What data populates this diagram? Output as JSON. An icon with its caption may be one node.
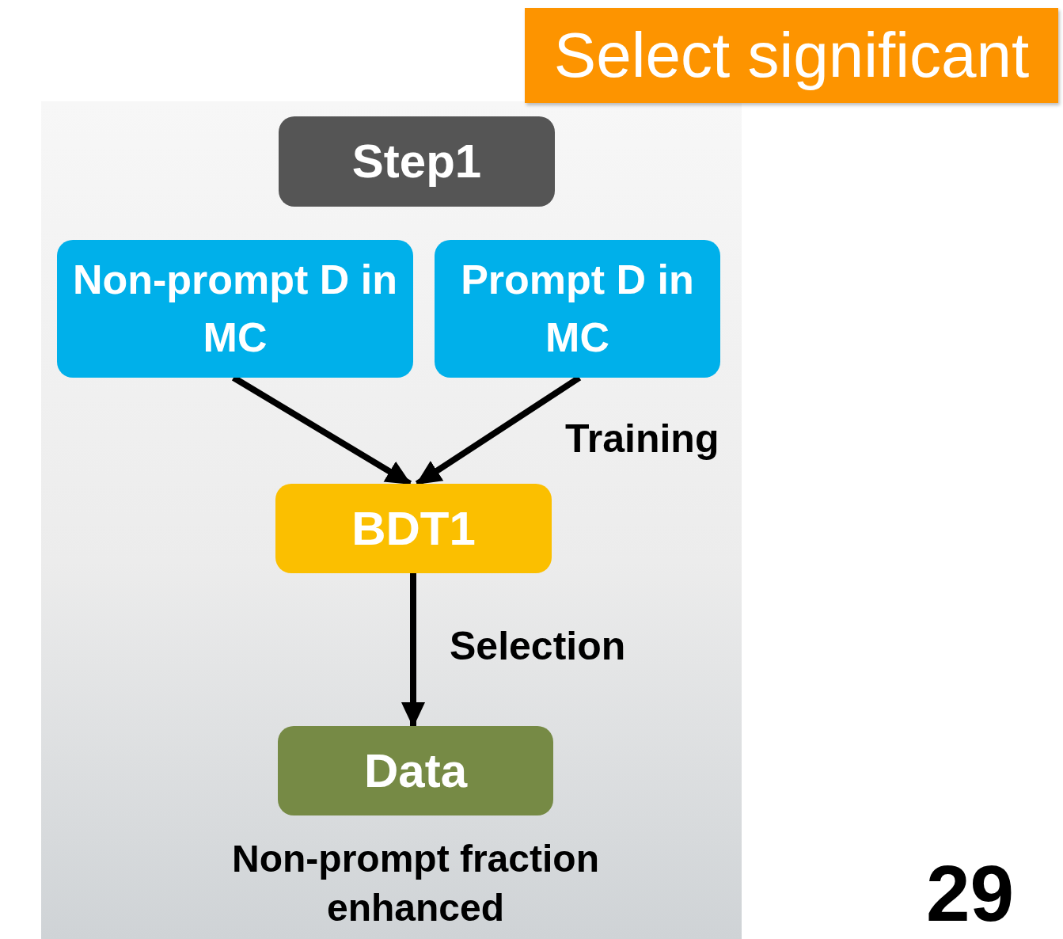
{
  "diagram": {
    "title": "Select significant",
    "nodes": [
      {
        "text": [
          "Step1"
        ]
      },
      {
        "text": [
          "Non-prompt D in MC"
        ]
      },
      {
        "text": [
          "Prompt D in MC"
        ]
      },
      {
        "text": [
          "BDT1"
        ]
      },
      {
        "text": [
          "Data"
        ],
        "beside": [
          "Non-prompt fraction enhanced"
        ]
      }
    ],
    "edges": [
      {
        "from": 1,
        "to": 3,
        "arrow": "to"
      },
      {
        "from": 2,
        "to": 3,
        "arrow": "to",
        "label": "Training"
      },
      {
        "from": 3,
        "to": 4,
        "arrow": "to",
        "label": "Selection"
      }
    ],
    "labels": [
      "29"
    ]
  }
}
